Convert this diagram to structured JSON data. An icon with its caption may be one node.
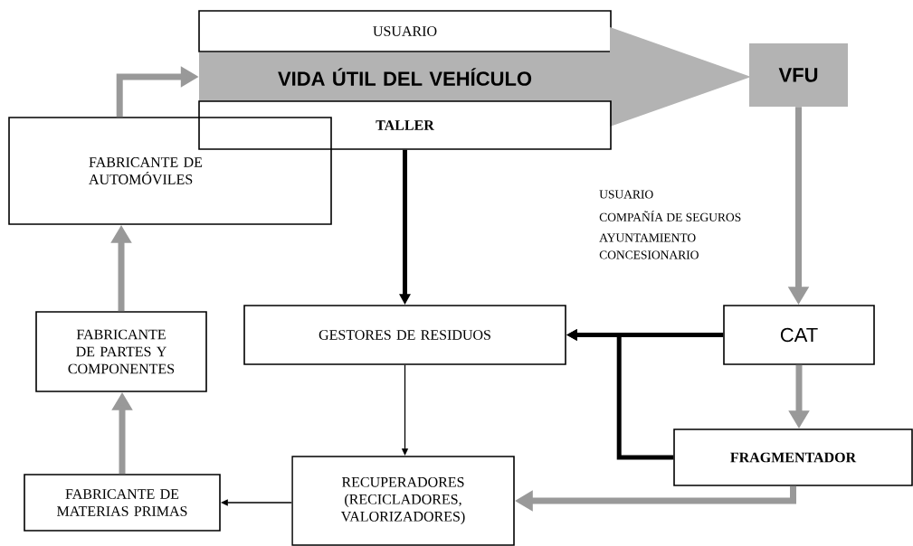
{
  "diagram": {
    "nodes": [
      {
        "text": [
          "USUARIO"
        ]
      },
      {
        "text": [
          "VIDA ÚTIL DEL VEHÍCULO"
        ]
      },
      {
        "text": [
          "TALLER"
        ]
      },
      {
        "text": [
          "VFU"
        ]
      },
      {
        "text": [
          "FABRICANTE DE AUTOMÓVILES"
        ]
      },
      {
        "text": [
          "GESTORES DE RESIDUOS"
        ]
      },
      {
        "text": [
          "CAT"
        ]
      },
      {
        "text": [
          "FABRICANTE DE PARTES Y COMPONENTES"
        ]
      },
      {
        "text": [
          "FRAGMENTADOR"
        ]
      },
      {
        "text": [
          "FABRICANTE DE MATERIAS PRIMAS"
        ]
      },
      {
        "text": [
          "RECUPERADORES (RECICLADORES, VALORIZADORES)"
        ]
      }
    ],
    "edges": [
      {
        "from": 4,
        "to": 1,
        "arrow": "to"
      },
      {
        "from": 2,
        "to": 5,
        "arrow": "to",
        "color": "#000000"
      },
      {
        "from": 3,
        "to": 6,
        "arrow": "to"
      },
      {
        "from": 6,
        "to": 5,
        "arrow": "to",
        "color": "#000000"
      },
      {
        "from": 8,
        "to": 5,
        "arrow": "to",
        "color": "#000000"
      },
      {
        "from": 6,
        "to": 8,
        "arrow": "to"
      },
      {
        "from": 8,
        "to": 10,
        "arrow": "to"
      },
      {
        "from": 5,
        "to": 10,
        "arrow": "to",
        "color": "#000000"
      },
      {
        "from": 10,
        "to": 9,
        "arrow": "to",
        "color": "#000000"
      },
      {
        "from": 9,
        "to": 7,
        "arrow": "to"
      },
      {
        "from": 7,
        "to": 4,
        "arrow": "to"
      }
    ],
    "labels": [
      "USUARIO",
      "COMPAÑÍA DE SEGUROS",
      "AYUNTAMIENTO",
      "CONCESIONARIO"
    ]
  }
}
